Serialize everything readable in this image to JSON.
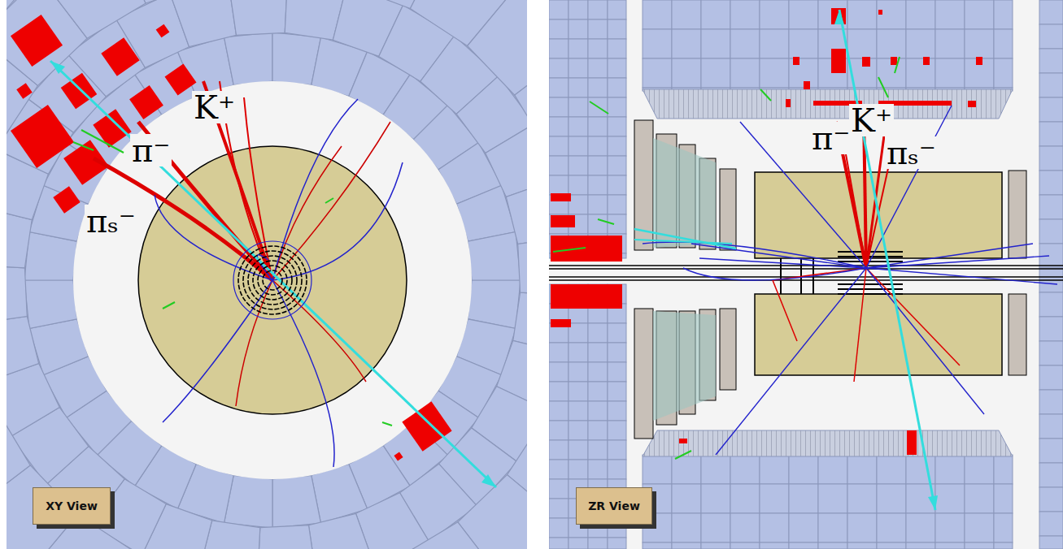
{
  "diagram": {
    "nodes": [
      {
        "text": [
          "XY View"
        ]
      },
      {
        "text": [
          "ZR View"
        ]
      }
    ],
    "labels": [
      "π⁻",
      "K⁺",
      "πₛ⁻",
      "π⁻",
      "K⁺",
      "πₛ⁻"
    ]
  }
}
